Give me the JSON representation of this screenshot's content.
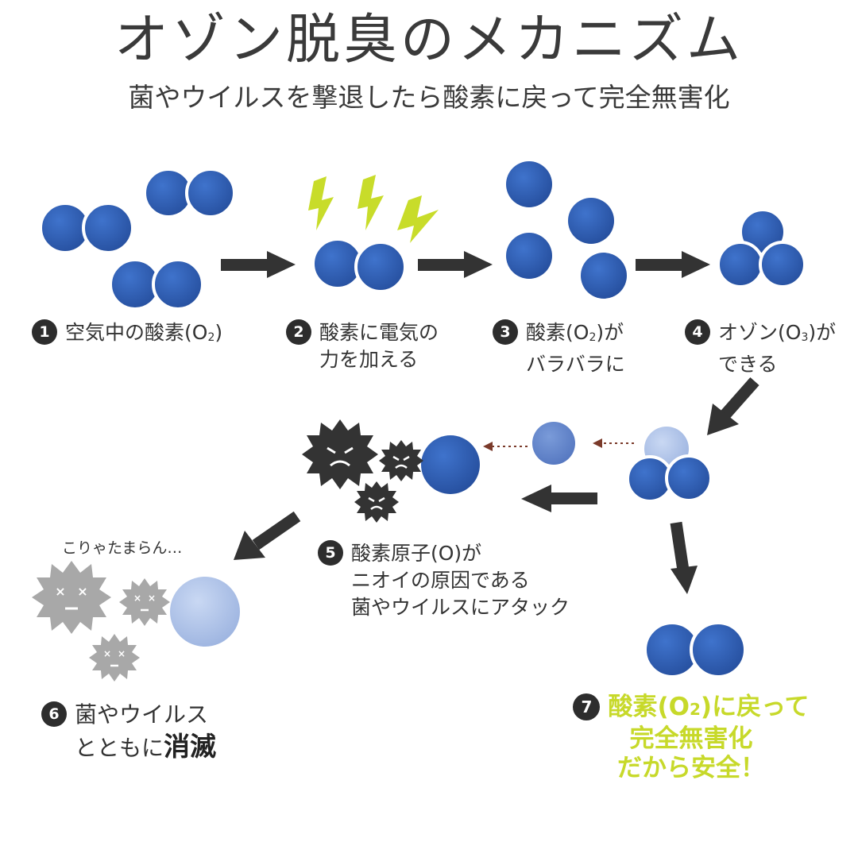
{
  "title": "オゾン脱臭のメカニズム",
  "subtitle": "菌やウイルスを撃退したら酸素に戻って完全無害化",
  "steps": [
    {
      "num": "1",
      "line1": "空気中の酸素(O",
      "sub": "2",
      "line1_end": ")"
    },
    {
      "num": "2",
      "line1": "酸素に電気の",
      "line2": "力を加える"
    },
    {
      "num": "3",
      "line1": "酸素(O",
      "sub": "2",
      "line1_end": ")が",
      "line2": "バラバラに"
    },
    {
      "num": "4",
      "line1": "オゾン(O",
      "sub": "3",
      "line1_end": ")が",
      "line2": "できる"
    },
    {
      "num": "5",
      "line1": "酸素原子(O)が",
      "line2": "ニオイの原因である",
      "line3": "菌やウイルスにアタック"
    },
    {
      "num": "6",
      "line1": "菌やウイルス",
      "line2": "とともに",
      "line2_bold": "消滅"
    },
    {
      "num": "7",
      "line1": "酸素(O",
      "sub": "2",
      "line1_end": ")に戻って",
      "line2": "完全無害化",
      "line3": "だから安全！"
    }
  ],
  "speech": "こりゃたまらん…",
  "colors": {
    "oxygen_blue": "#2f5db4",
    "oxygen_faded": "#a9c0e8",
    "lightning": "#c8dc2a",
    "germ_dark": "#333333",
    "germ_dead": "#a8a8a8",
    "arrow": "#333333",
    "step7_text": "#c7d92a"
  }
}
